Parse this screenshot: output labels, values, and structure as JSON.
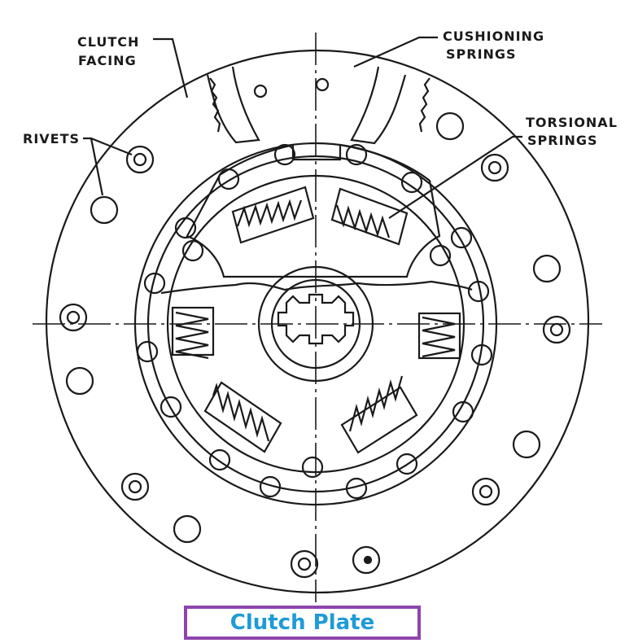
{
  "labels": {
    "clutch_facing": [
      "CLUTCH",
      "FACING"
    ],
    "cushioning_springs": [
      "CUSHIONING",
      "SPRINGS"
    ],
    "rivets": "RIVETS",
    "torsional_springs": [
      "TORSIONAL",
      "SPRINGS"
    ]
  },
  "caption": "Clutch Plate",
  "colors": {
    "line": "#1a1a1a",
    "caption_border": "#8e44ad",
    "caption_text": "#1e9bd7"
  }
}
